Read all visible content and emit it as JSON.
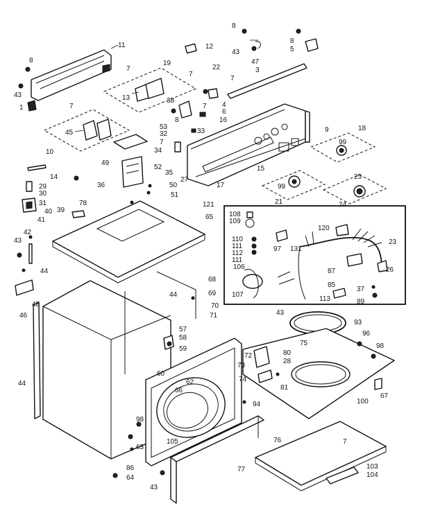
{
  "callouts": [
    {
      "id": "c11",
      "text": "11"
    },
    {
      "id": "c8a",
      "text": "8"
    },
    {
      "id": "c43a",
      "text": "43"
    },
    {
      "id": "c1",
      "text": "1"
    },
    {
      "id": "c7a",
      "text": "7"
    },
    {
      "id": "c19",
      "text": "19"
    },
    {
      "id": "c13",
      "text": "13"
    },
    {
      "id": "c7b",
      "text": "7"
    },
    {
      "id": "c45",
      "text": "45"
    },
    {
      "id": "c10",
      "text": "10"
    },
    {
      "id": "c12",
      "text": "12"
    },
    {
      "id": "c7c",
      "text": "7"
    },
    {
      "id": "c22",
      "text": "22"
    },
    {
      "id": "c7d",
      "text": "7"
    },
    {
      "id": "c38",
      "text": "38"
    },
    {
      "id": "c7e",
      "text": "7"
    },
    {
      "id": "c8b",
      "text": "8"
    },
    {
      "id": "c4",
      "text": "4"
    },
    {
      "id": "c6",
      "text": "6"
    },
    {
      "id": "c16",
      "text": "16"
    },
    {
      "id": "c53",
      "text": "53"
    },
    {
      "id": "c32",
      "text": "32"
    },
    {
      "id": "c33",
      "text": "33"
    },
    {
      "id": "c7f",
      "text": "7"
    },
    {
      "id": "c34",
      "text": "34"
    },
    {
      "id": "c8c",
      "text": "8"
    },
    {
      "id": "c43b",
      "text": "43"
    },
    {
      "id": "c47",
      "text": "47"
    },
    {
      "id": "c3",
      "text": "3"
    },
    {
      "id": "c8d",
      "text": "8"
    },
    {
      "id": "c5",
      "text": "5"
    },
    {
      "id": "c9",
      "text": "9"
    },
    {
      "id": "c18",
      "text": "18"
    },
    {
      "id": "c99a",
      "text": "99"
    },
    {
      "id": "c15",
      "text": "15"
    },
    {
      "id": "c17",
      "text": "17"
    },
    {
      "id": "c99b",
      "text": "99"
    },
    {
      "id": "c21",
      "text": "21"
    },
    {
      "id": "c25",
      "text": "25"
    },
    {
      "id": "c24",
      "text": "24"
    },
    {
      "id": "c49",
      "text": "49"
    },
    {
      "id": "c52",
      "text": "52"
    },
    {
      "id": "c35",
      "text": "35"
    },
    {
      "id": "c50",
      "text": "50"
    },
    {
      "id": "c51",
      "text": "51"
    },
    {
      "id": "c27",
      "text": "27"
    },
    {
      "id": "c36",
      "text": "36"
    },
    {
      "id": "c14",
      "text": "14"
    },
    {
      "id": "c29",
      "text": "29"
    },
    {
      "id": "c30",
      "text": "30"
    },
    {
      "id": "c31",
      "text": "31"
    },
    {
      "id": "c78",
      "text": "78"
    },
    {
      "id": "c121",
      "text": "121"
    },
    {
      "id": "c65",
      "text": "65"
    },
    {
      "id": "c40",
      "text": "40"
    },
    {
      "id": "c39",
      "text": "39"
    },
    {
      "id": "c41",
      "text": "41"
    },
    {
      "id": "c42",
      "text": "42"
    },
    {
      "id": "c43c",
      "text": "43"
    },
    {
      "id": "c44a",
      "text": "44"
    },
    {
      "id": "c46",
      "text": "46"
    },
    {
      "id": "c48",
      "text": "48"
    },
    {
      "id": "c44b",
      "text": "44"
    },
    {
      "id": "c68",
      "text": "68"
    },
    {
      "id": "c69",
      "text": "69"
    },
    {
      "id": "c70",
      "text": "70"
    },
    {
      "id": "c71",
      "text": "71"
    },
    {
      "id": "c44c",
      "text": "44"
    },
    {
      "id": "c108",
      "text": "108"
    },
    {
      "id": "c109",
      "text": "109"
    },
    {
      "id": "c110",
      "text": "110"
    },
    {
      "id": "c111",
      "text": "111"
    },
    {
      "id": "c112",
      "text": "112"
    },
    {
      "id": "c111b",
      "text": "111"
    },
    {
      "id": "c106",
      "text": "106"
    },
    {
      "id": "c97",
      "text": "97"
    },
    {
      "id": "c131",
      "text": "131"
    },
    {
      "id": "c120",
      "text": "120"
    },
    {
      "id": "c23",
      "text": "23"
    },
    {
      "id": "c26",
      "text": "26"
    },
    {
      "id": "c87",
      "text": "87"
    },
    {
      "id": "c85",
      "text": "85"
    },
    {
      "id": "c37",
      "text": "37"
    },
    {
      "id": "c89",
      "text": "89"
    },
    {
      "id": "c113",
      "text": "113"
    },
    {
      "id": "c107",
      "text": "107"
    },
    {
      "id": "c43d",
      "text": "43"
    },
    {
      "id": "c93",
      "text": "93"
    },
    {
      "id": "c75",
      "text": "75"
    },
    {
      "id": "c96",
      "text": "96"
    },
    {
      "id": "c98a",
      "text": "98"
    },
    {
      "id": "c57",
      "text": "57"
    },
    {
      "id": "c58",
      "text": "58"
    },
    {
      "id": "c59",
      "text": "59"
    },
    {
      "id": "c72",
      "text": "72"
    },
    {
      "id": "c80",
      "text": "80"
    },
    {
      "id": "c73",
      "text": "73"
    },
    {
      "id": "c28",
      "text": "28"
    },
    {
      "id": "c74",
      "text": "74"
    },
    {
      "id": "c81",
      "text": "81"
    },
    {
      "id": "c60",
      "text": "60"
    },
    {
      "id": "c62",
      "text": "62"
    },
    {
      "id": "c66",
      "text": "66"
    },
    {
      "id": "c94",
      "text": "94"
    },
    {
      "id": "c100",
      "text": "100"
    },
    {
      "id": "c67",
      "text": "67"
    },
    {
      "id": "c98b",
      "text": "98"
    },
    {
      "id": "c105",
      "text": "105"
    },
    {
      "id": "c76",
      "text": "76"
    },
    {
      "id": "c7g",
      "text": "7"
    },
    {
      "id": "c63",
      "text": "63"
    },
    {
      "id": "c86",
      "text": "86"
    },
    {
      "id": "c64",
      "text": "64"
    },
    {
      "id": "c77",
      "text": "77"
    },
    {
      "id": "c43e",
      "text": "43"
    },
    {
      "id": "c103",
      "text": "103"
    },
    {
      "id": "c104",
      "text": "104"
    }
  ]
}
